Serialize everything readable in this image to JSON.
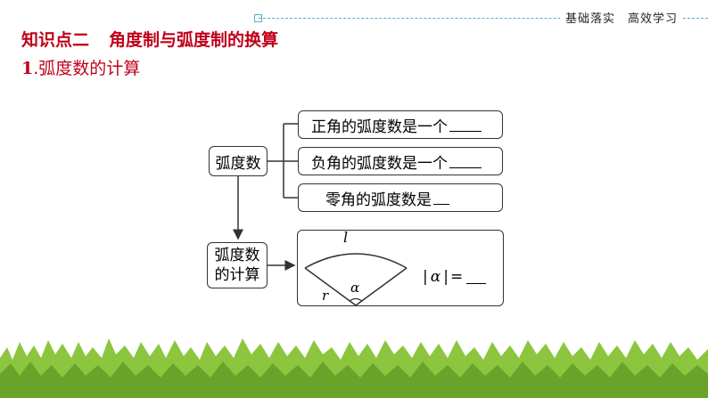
{
  "header": {
    "slogan": "基础落实　高效学习"
  },
  "section": {
    "label": "知识点二",
    "title": "角度制与弧度制的换算"
  },
  "subsection": {
    "number": "1",
    "title": "弧度数的计算"
  },
  "diagram": {
    "root": "弧度数",
    "branches": [
      {
        "text": "正角的弧度数是一个"
      },
      {
        "text": "负角的弧度数是一个"
      },
      {
        "text": "零角的弧度数是"
      }
    ],
    "calc": {
      "line1": "弧度数",
      "line2": "的计算"
    },
    "sector": {
      "arc_label": "l",
      "radius_label": "r",
      "angle_label": "α"
    },
    "formula": {
      "lhs_open": "|",
      "alpha": "α",
      "lhs_close": "|",
      "equals": "="
    }
  },
  "colors": {
    "accent_red": "#c0001a",
    "divider_teal": "#4fb3c8",
    "grass_green": "#8cc63f"
  }
}
